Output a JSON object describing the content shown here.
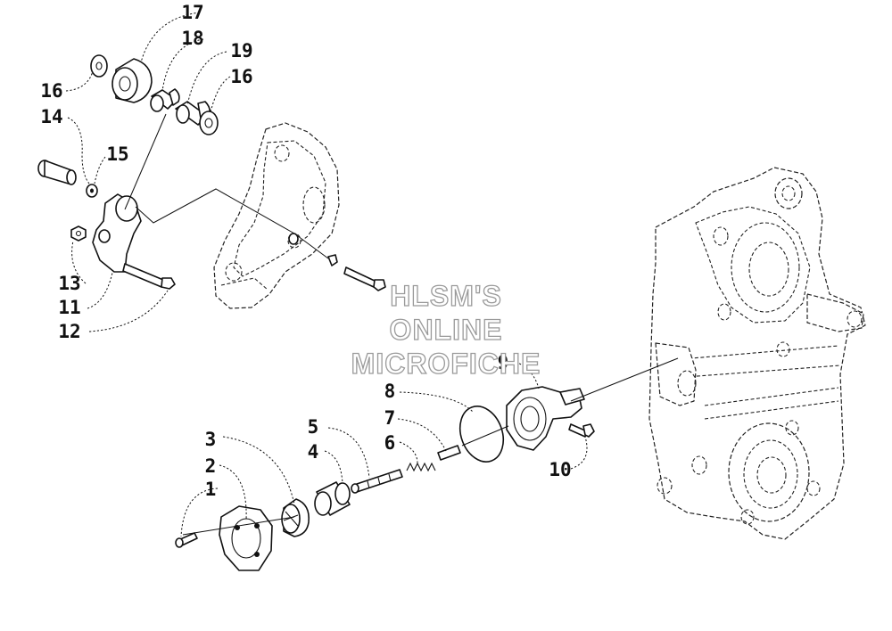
{
  "diagram": {
    "callouts": [
      "1",
      "2",
      "3",
      "4",
      "5",
      "6",
      "7",
      "8",
      "9",
      "10",
      "11",
      "12",
      "13",
      "14",
      "15",
      "16",
      "17",
      "18",
      "19"
    ],
    "watermark": [
      "HLSM'S",
      "ONLINE",
      "MICROFICHE"
    ],
    "ink_color": "#111111",
    "watermark_outline_color": "#9a9a9a"
  }
}
